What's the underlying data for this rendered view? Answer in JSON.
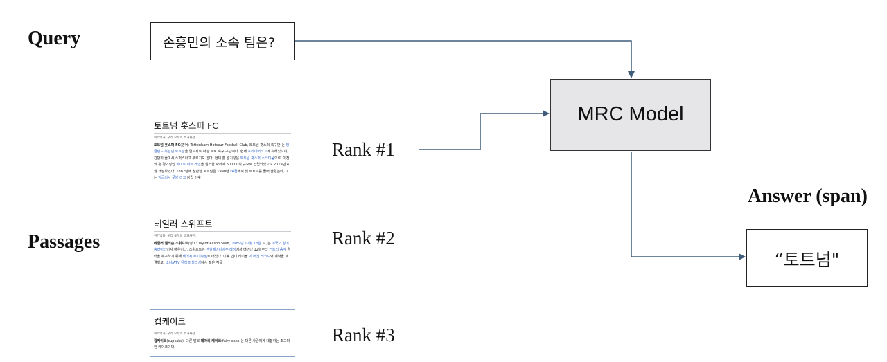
{
  "labels": {
    "query": "Query",
    "passages": "Passages",
    "answer": "Answer (span)"
  },
  "query_box": {
    "text": "손흥민의 소속 팀은?"
  },
  "model_box": {
    "text": "MRC Model"
  },
  "answer_box": {
    "text": "“토트넘\""
  },
  "ranks": [
    "Rank #1",
    "Rank #2",
    "Rank #3"
  ],
  "passages": [
    {
      "title": "토트넘 홋스퍼 FC",
      "subtitle": "위키백과, 우리 모두의 백과사전.",
      "body": [
        {
          "t": "토트넘 홋스퍼 FC",
          "s": "b"
        },
        {
          "t": "(영어: Tottenham Hotspur Football Club, 토트넘 홋스퍼 축구단)는 "
        },
        {
          "t": "잉글랜드 북런던 토트넘",
          "s": "lnk"
        },
        {
          "t": "을 연고지로 하는 프로 축구 구단이다. 현재 "
        },
        {
          "t": "프리미어리그",
          "s": "lnk"
        },
        {
          "t": "에 속해있으며, 간단히 줄여서 스퍼스라고 부르기도 한다. 현재 홈 경기장은 "
        },
        {
          "t": "토트넘 홋스퍼 스타디움",
          "s": "lnk"
        },
        {
          "t": "으로, 이전의 홈 경기장인 "
        },
        {
          "t": "화이트 하트 레인",
          "s": "lnk"
        },
        {
          "t": "을 철거한 자리에 60,000석 규모로 건립되었으며 2019년 4월 개장하였다. 1882년에 창단한 토트넘은 1990년 "
        },
        {
          "t": "FA컵",
          "s": "lnk"
        },
        {
          "t": "에서 첫 트로피를 들어 올렸는데, 이는 "
        },
        {
          "t": "잉글리시 풋볼 리그",
          "s": "lnk"
        },
        {
          "t": " 창립 이후"
        }
      ]
    },
    {
      "title": "테일러 스위프트",
      "subtitle": "위키백과, 우리 모두의 백과사전.",
      "body": [
        {
          "t": "테일러 앨리슨 스위프트",
          "s": "b"
        },
        {
          "t": "(영어: Taylor Alison Swift, "
        },
        {
          "t": "1989년 12월 13일",
          "s": "lnk"
        },
        {
          "t": " ~ )는 "
        },
        {
          "t": "미국의 싱어송라이터",
          "s": "lnk"
        },
        {
          "t": "이자 배우이다. 스위프트는 "
        },
        {
          "t": "펜실베이니아주 레딩",
          "s": "lnk"
        },
        {
          "t": "에서 태어나 12살부터 "
        },
        {
          "t": "컨트리 음악",
          "s": "lnk"
        },
        {
          "t": " 경력을 추구하기 위해 "
        },
        {
          "t": "테네시 주 내슈빌",
          "s": "lnk"
        },
        {
          "t": "로 떠났다. 이후 인디 레이블 "
        },
        {
          "t": "빅 머신 레코드",
          "s": "lnk"
        },
        {
          "t": "와 계약을 체결했고, "
        },
        {
          "t": "소니/ATV 뮤직 퍼블리싱",
          "s": "lnk"
        },
        {
          "t": "에서 젊은 작곡"
        }
      ]
    },
    {
      "title": "컵케이크",
      "subtitle": "위키백과, 우리 모두의 백과사전.",
      "body": [
        {
          "t": "컵케이크",
          "s": "b"
        },
        {
          "t": "(cupcake), 다른 말로 "
        },
        {
          "t": "페어리 케이크",
          "s": "b"
        },
        {
          "t": "(fairy cake)는 다른 사람에게 대접하는 조그마한 케이크이다."
        }
      ]
    }
  ],
  "colors": {
    "model_fill": "#e6e6e8",
    "arrow": "#3f5c7a",
    "link": "#3366cc"
  }
}
